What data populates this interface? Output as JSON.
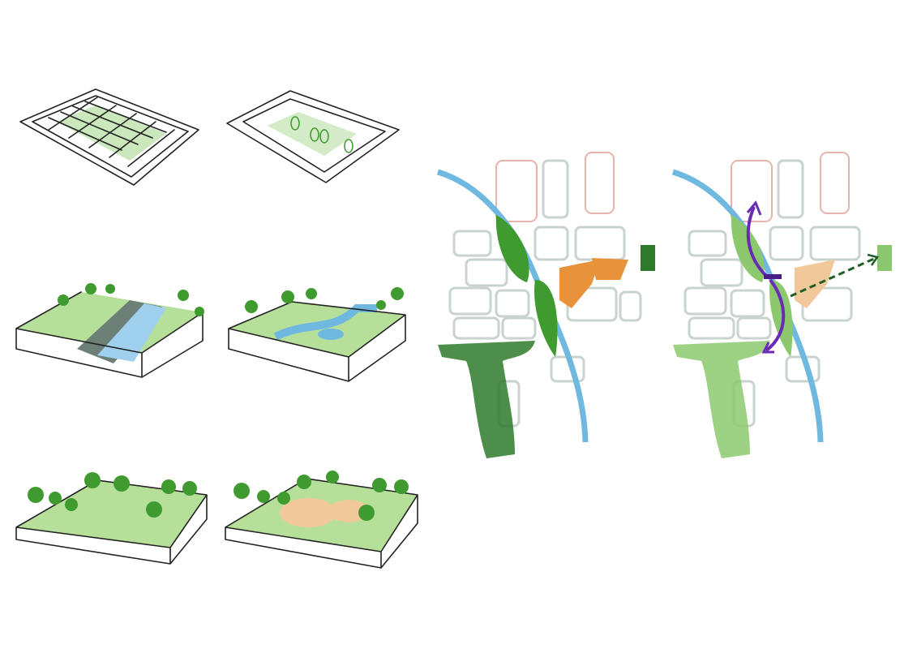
{
  "colors": {
    "ink": "#222222",
    "grass": "#8cc96e",
    "tree": "#3f9a2f",
    "dark_green": "#2e7a2a",
    "deep_green": "#1f5e24",
    "water": "#6fb8e0",
    "orange": "#e8923a",
    "pink_block": "#e6b3ad",
    "grey_block": "#c9d3d0",
    "slope": "#6c8078",
    "connection_arrow": "#6a2bb5",
    "sand": "#f1c89a"
  },
  "icons": [
    "connection-arrow-north",
    "connection-arrow-south",
    "connection-arrow-east-dashed"
  ]
}
